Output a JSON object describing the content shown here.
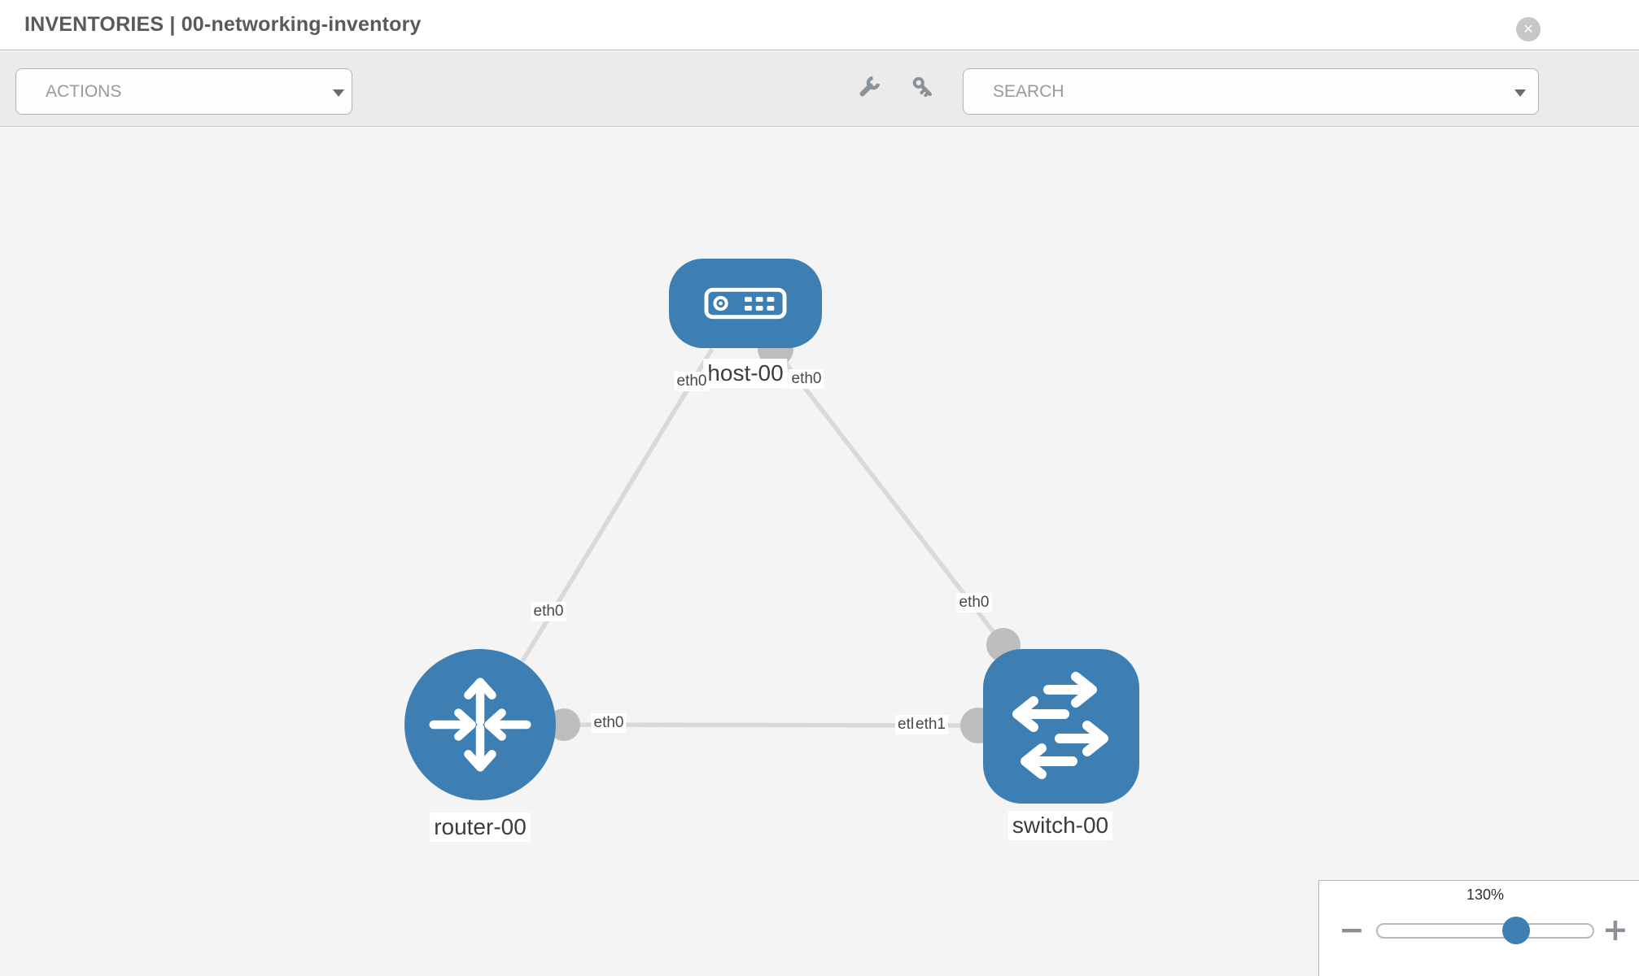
{
  "header": {
    "title": "INVENTORIES | 00-networking-inventory",
    "close_icon": "✕"
  },
  "toolbar": {
    "actions_label": "ACTIONS",
    "search_label": "SEARCH",
    "icons": [
      "wrench-icon",
      "key-icon",
      "chevron-down-icon"
    ]
  },
  "topology": {
    "nodes": [
      {
        "label": "host-00",
        "type": "host"
      },
      {
        "label": "router-00",
        "type": "router"
      },
      {
        "label": "switch-00",
        "type": "switch"
      }
    ],
    "interfaces": {
      "host_left": "eth0",
      "host_right": "eth0",
      "mid_host_router": "eth0",
      "mid_host_switch": "eth0",
      "router_right": "eth0",
      "switch_left_under": "eth0",
      "switch_left_over": "eth1"
    },
    "links": [
      {
        "from": "host-00",
        "from_if": "eth0",
        "to": "router-00",
        "to_if": "eth0"
      },
      {
        "from": "host-00",
        "from_if": "eth0",
        "to": "switch-00",
        "to_if": "eth0"
      },
      {
        "from": "router-00",
        "from_if": "eth0",
        "to": "switch-00",
        "to_if": "eth1"
      }
    ],
    "colors": {
      "node_blue": "#3d7eb3",
      "link_gray": "#d9d9d9",
      "port_gray": "#bdbdbd"
    }
  },
  "zoom_control": {
    "level": "130%",
    "minus_icon": "−",
    "plus_icon": "+"
  }
}
